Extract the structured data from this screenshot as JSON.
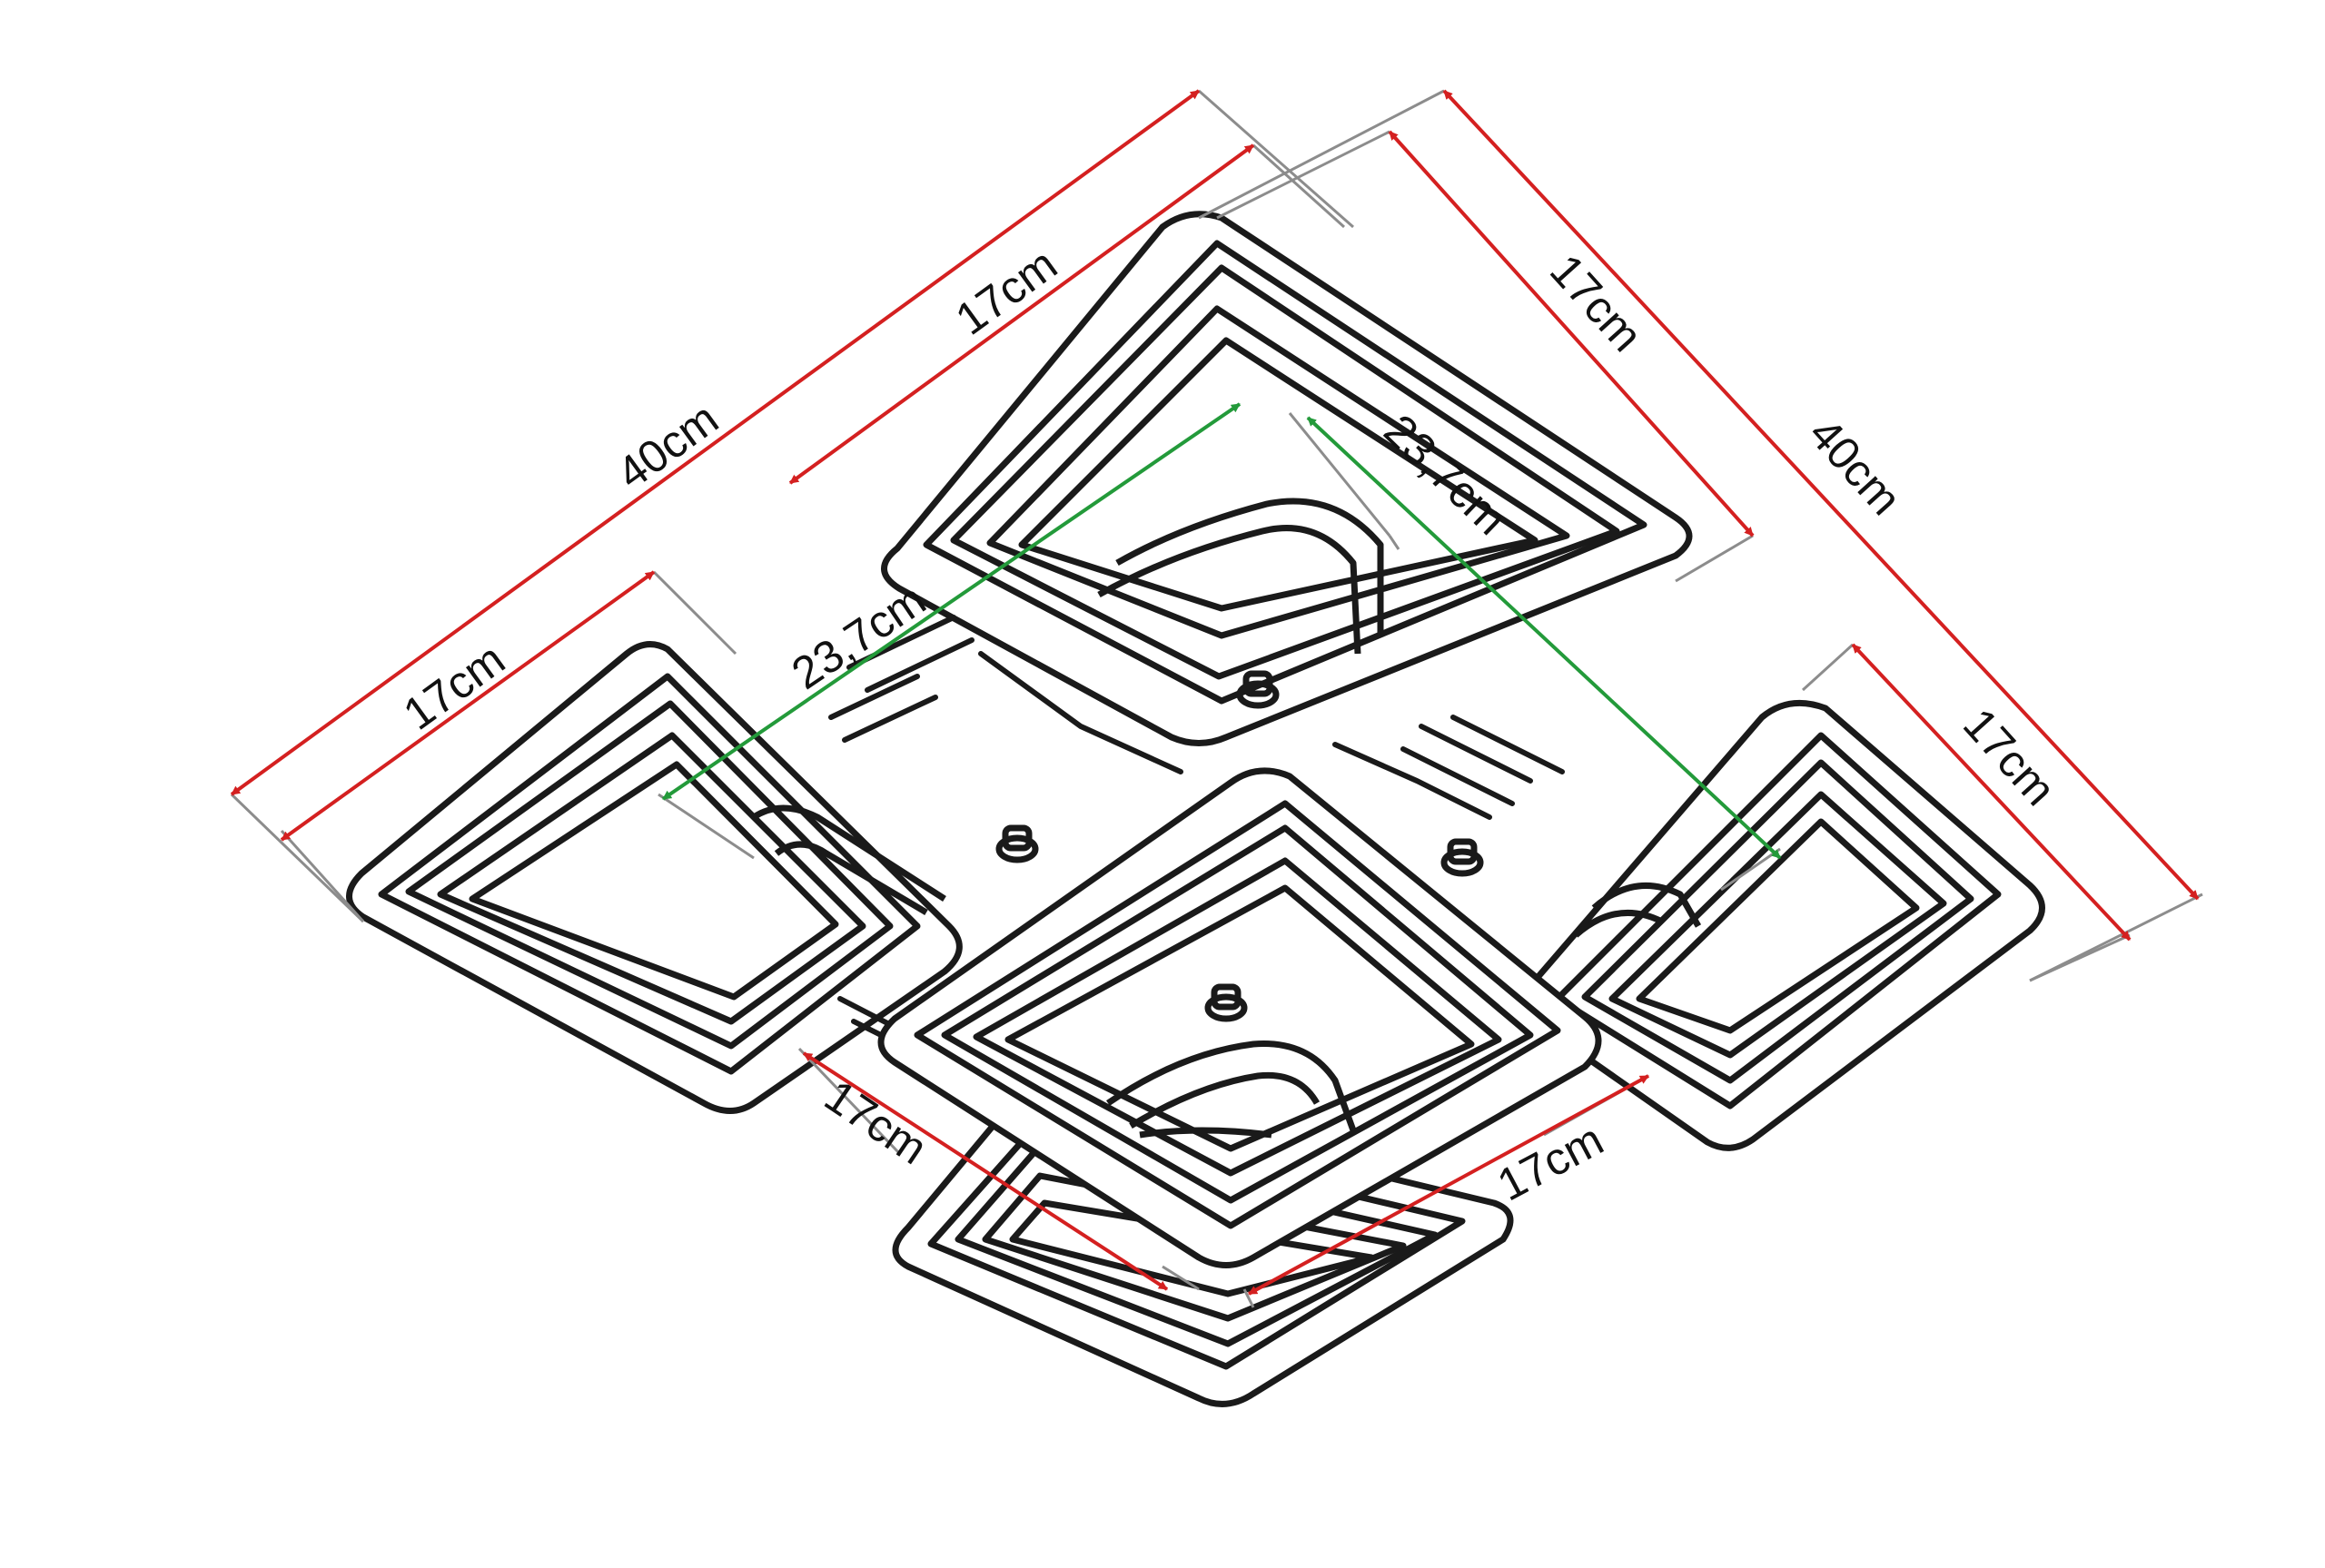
{
  "colors": {
    "outline": "#1a1a1a",
    "dimension_red": "#d42020",
    "dimension_green": "#239a3a",
    "extension_gray": "#8c8c8c",
    "background": "#ffffff"
  },
  "dimensions": {
    "overall_left": "40cm",
    "overall_right": "40cm",
    "top_square_left": "17cm",
    "top_square_right": "17cm",
    "left_square": "17cm",
    "right_square": "17cm",
    "bottom_square_left": "17cm",
    "bottom_square_right": "17cm",
    "diagonal_left": "23,7cm",
    "diagonal_right": "23,7cm"
  }
}
